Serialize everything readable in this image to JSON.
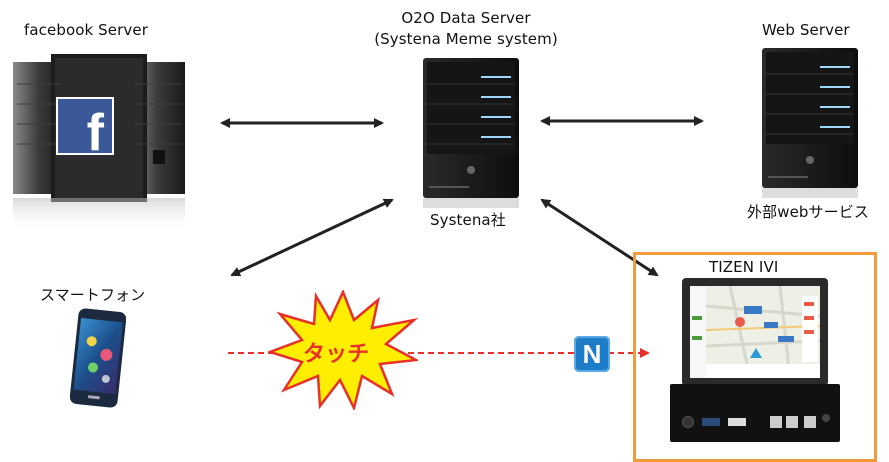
{
  "nodes": {
    "facebook_server": {
      "label": "facebook Server",
      "logo_letter": "f"
    },
    "o2o_server": {
      "title": "O2O Data Server",
      "subtitle": "(Systena Meme system)",
      "caption": "Systena社"
    },
    "web_server": {
      "label": "Web Server",
      "caption": "外部webサービス"
    },
    "smartphone": {
      "label": "スマートフォン"
    },
    "tizen_ivi": {
      "label": "TIZEN IVI"
    }
  },
  "touch_burst": {
    "label": "タッチ"
  },
  "nfc": {
    "symbol": "N"
  },
  "colors": {
    "arrow": "#222222",
    "touch_line": "#e8302a",
    "burst_fill": "#ffee00",
    "burst_stroke": "#e8302a",
    "burst_text": "#e8302a",
    "ivi_frame": "#f39a3a",
    "facebook_blue": "#3b5998",
    "nfc_blue": "#1e7dc8",
    "server_led": "#9fd8ff"
  }
}
